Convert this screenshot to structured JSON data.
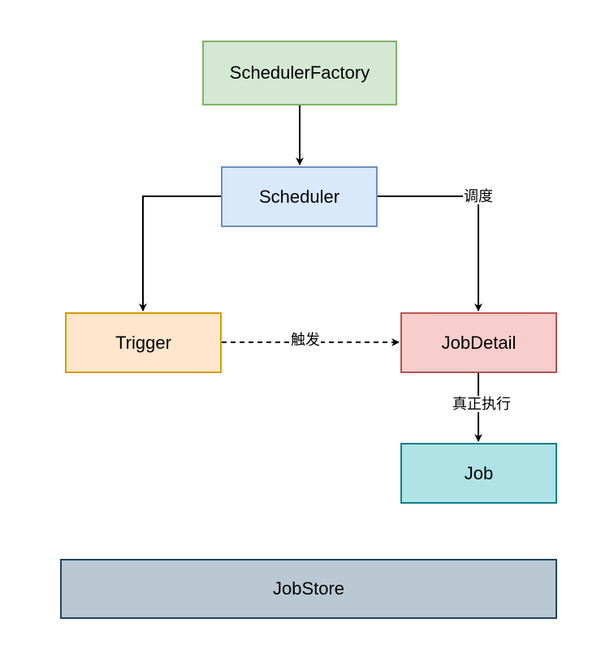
{
  "nodes": {
    "scheduler_factory": {
      "label": "SchedulerFactory",
      "fill": "#d5e8d4",
      "stroke": "#82b366"
    },
    "scheduler": {
      "label": "Scheduler",
      "fill": "#dae8fc",
      "stroke": "#6c8ebf"
    },
    "trigger": {
      "label": "Trigger",
      "fill": "#ffe6cc",
      "stroke": "#d79b00"
    },
    "job_detail": {
      "label": "JobDetail",
      "fill": "#f8cecc",
      "stroke": "#b85450"
    },
    "job": {
      "label": "Job",
      "fill": "#b0e3e6",
      "stroke": "#0e8088"
    },
    "job_store": {
      "label": "JobStore",
      "fill": "#bac8d3",
      "stroke": "#23445d"
    }
  },
  "edges": {
    "scheduler_to_jobdetail": {
      "label": "调度"
    },
    "trigger_to_jobdetail": {
      "label": "触发"
    },
    "jobdetail_to_job": {
      "label": "真正执行"
    }
  }
}
